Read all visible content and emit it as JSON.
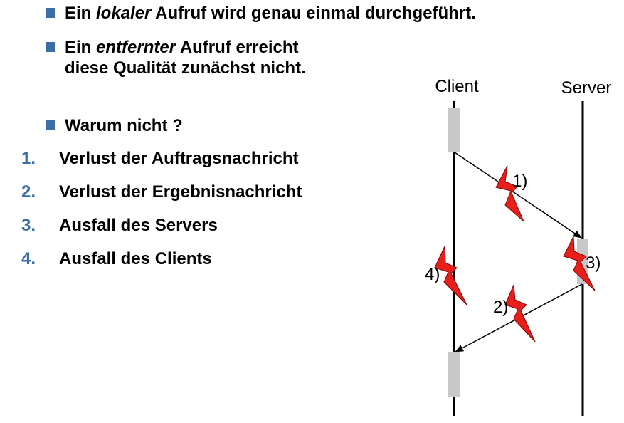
{
  "bullets": {
    "b1": {
      "pre": "Ein ",
      "em": "lokaler",
      "post": " Aufruf wird genau einmal durchgeführt."
    },
    "b2": {
      "pre": "Ein ",
      "em": "entfernter",
      "post": " Aufruf erreicht",
      "line2": "diese Qualität zunächst nicht."
    },
    "b3": {
      "text": "Warum nicht ?"
    }
  },
  "reasons": [
    {
      "num": "1.",
      "text": "Verlust der Auftragsnachricht"
    },
    {
      "num": "2.",
      "text": "Verlust der Ergebnisnachricht"
    },
    {
      "num": "3.",
      "text": "Ausfall des Servers"
    },
    {
      "num": "4.",
      "text": "Ausfall des Clients"
    }
  ],
  "diagram": {
    "client_label": "Client",
    "server_label": "Server",
    "failures": [
      "1)",
      "2)",
      "3)",
      "4)"
    ]
  },
  "colors": {
    "accent": "#3a6ea5",
    "lightning": "#e8201c",
    "activation": "#c8c8c8"
  }
}
